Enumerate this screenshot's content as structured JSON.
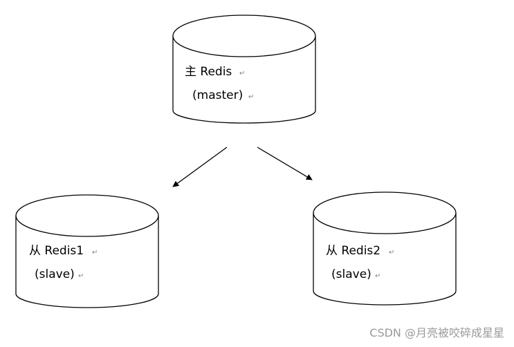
{
  "nodes": {
    "master": {
      "line1": "主 Redis",
      "line2": "(master)"
    },
    "slave1": {
      "line1": "从 Redis1",
      "line2": "(slave)"
    },
    "slave2": {
      "line1": "从 Redis2",
      "line2": "(slave)"
    }
  },
  "paragraph_mark": "↵",
  "watermark": "CSDN @月亮被咬碎成星星",
  "colors": {
    "stroke": "#000000",
    "text": "#000000",
    "paragraph_mark": "#7f7f7f",
    "watermark": "#9a9a9a"
  }
}
